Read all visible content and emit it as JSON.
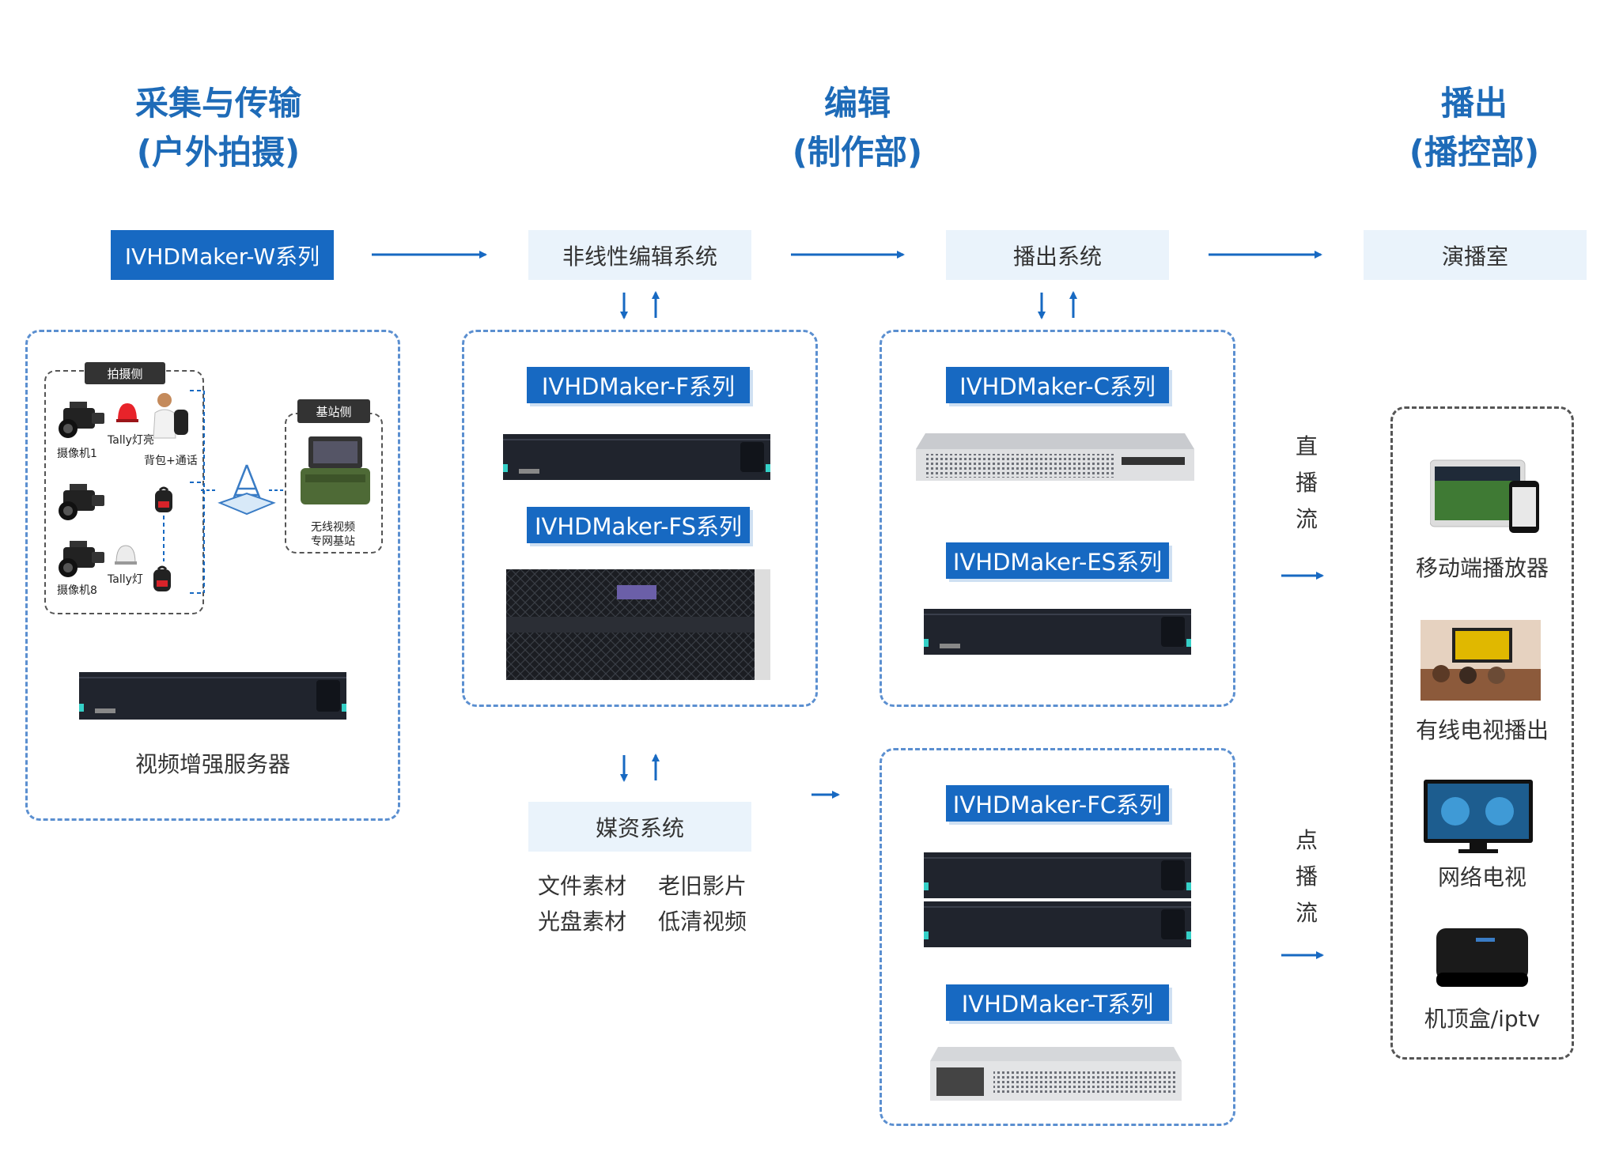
{
  "stages": [
    {
      "title": "采集与传输",
      "subtitle": "(户外拍摄)"
    },
    {
      "title": "编辑",
      "subtitle": "(制作部)"
    },
    {
      "title": "播出",
      "subtitle": "(播控部)"
    }
  ],
  "flow": {
    "box_w": "IVHDMaker-W系列",
    "box_edit": "非线性编辑系统",
    "box_playout": "播出系统",
    "box_studio": "演播室",
    "box_media": "媒资系统"
  },
  "capture": {
    "shoot_side": "拍摄侧",
    "base_side": "基站侧",
    "tally_light_on": "Tally灯亮",
    "backpack": "背包+通话",
    "camera1": "摄像机1",
    "camera8": "摄像机8",
    "tally_light": "Tally灯",
    "wireless_line1": "无线视频",
    "wireless_line2": "专网基站",
    "server_caption": "视频增强服务器"
  },
  "edit": {
    "series_f": "IVHDMaker-F系列",
    "series_fs": "IVHDMaker-FS系列"
  },
  "media": {
    "items": [
      "文件素材",
      "老旧影片",
      "光盘素材",
      "低清视频"
    ]
  },
  "playout": {
    "series_c": "IVHDMaker-C系列",
    "series_es": "IVHDMaker-ES系列",
    "series_fc": "IVHDMaker-FC系列",
    "series_t": "IVHDMaker-T系列",
    "live": [
      "直",
      "播",
      "流"
    ],
    "vod": [
      "点",
      "播",
      "流"
    ]
  },
  "outputs": {
    "mobile": "移动端播放器",
    "cable": "有线电视播出",
    "iptv_tv": "网络电视",
    "stb": "机顶盒/iptv"
  },
  "colors": {
    "accent": "#1769c2",
    "light_box": "#eaf3fb",
    "dash_border": "#5b8fd0"
  }
}
